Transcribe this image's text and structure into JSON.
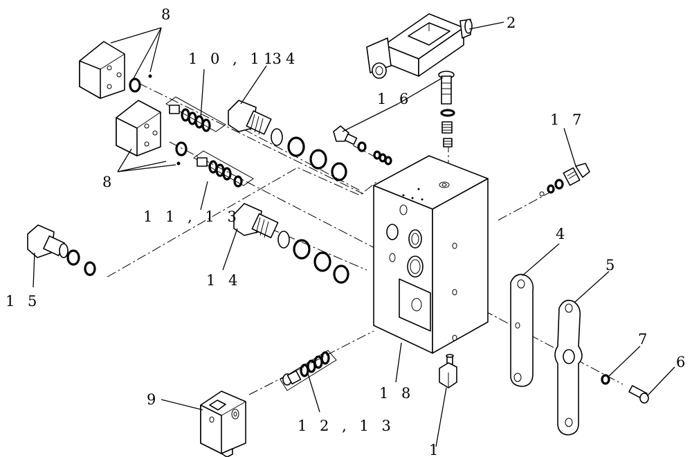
{
  "callouts": {
    "c1": "1",
    "c2": "2",
    "c4": "4",
    "c5": "5",
    "c6": "6",
    "c7": "7",
    "c8a": "8",
    "c8b": "8",
    "c9": "9",
    "c10_13": "1 0 , 1 3",
    "c14a": "1 4",
    "c14b": "1 4",
    "c11_13": "1 1 , 1 3",
    "c12_13": "1 2 , 1 3",
    "c15": "1 5",
    "c16": "1 6",
    "c17": "1 7",
    "c18": "1 8"
  }
}
